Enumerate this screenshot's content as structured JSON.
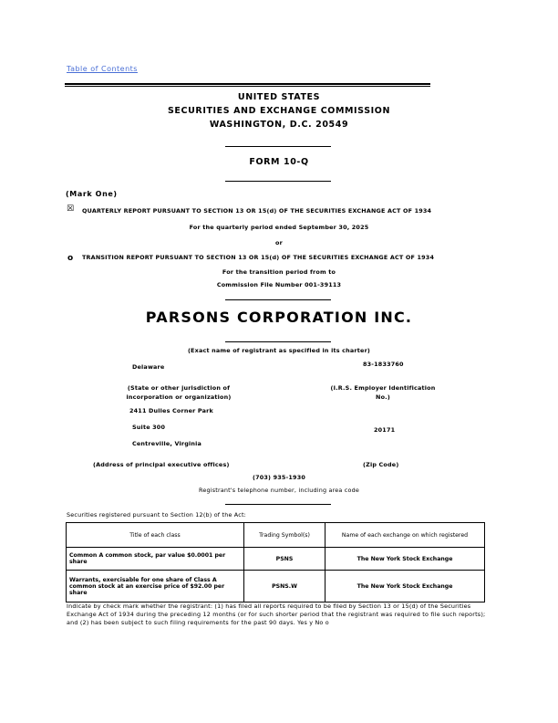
{
  "toc_link": "Table of Contents",
  "header": {
    "line1": "UNITED STATES",
    "line2": "SECURITIES AND EXCHANGE COMMISSION",
    "line3": "WASHINGTON, D.C. 20549",
    "form": "FORM 10-Q"
  },
  "mark_one": "(Mark One)",
  "quarterly": {
    "checkbox": "☒",
    "text": "QUARTERLY REPORT PURSUANT TO SECTION 13 OR 15(d) OF THE SECURITIES EXCHANGE ACT OF 1934",
    "period": "For the quarterly period ended September 30, 2025"
  },
  "or_text": "or",
  "transition": {
    "checkbox": "o",
    "text": "TRANSITION REPORT PURSUANT TO SECTION 13 OR 15(d) OF THE SECURITIES EXCHANGE ACT OF 1934",
    "period": "For the transition period from to",
    "file": "Commission File Number 001-39113"
  },
  "company": {
    "name": "PARSONS CORPORATION INC.",
    "charter_caption": "(Exact name of registrant as specified in its charter)",
    "state": "Delaware",
    "ein": "83-1833760",
    "state_caption": "(State or other jurisdiction of incorporation or organization)",
    "ein_caption": "(I.R.S. Employer Identification No.)",
    "address1": "2411 Dulles Corner Park",
    "address2": "Suite 300",
    "city": "Centreville, Virginia",
    "zip": "20171",
    "address_caption": "(Address of principal executive offices)",
    "zip_caption": "(Zip Code)",
    "phone": "(703) 935-1930",
    "phone_caption": "Registrant's telephone number, including area code"
  },
  "section12_title": "Securities registered pursuant to Section 12(b) of the Act:",
  "table": {
    "headers": [
      "Title of each class",
      "Trading Symbol(s)",
      "Name of each exchange on which registered"
    ],
    "rows": [
      [
        "Common A common stock, par value $0.0001 per share",
        "PSNS",
        "The New York Stock Exchange"
      ],
      [
        "Warrants, exercisable for one share of Class A common stock at an exercise price of $92.00 per share",
        "PSNS.W",
        "The New York Stock Exchange"
      ]
    ]
  },
  "footer_text": "Indicate by check mark whether the registrant: (1) has filed all reports required to be filed by Section 13 or 15(d) of the Securities Exchange Act of 1934 during the preceding 12 months (or for such shorter period that the registrant was required to file such reports); and (2) has been subject to such filing requirements for the past 90 days. Yes y No o"
}
